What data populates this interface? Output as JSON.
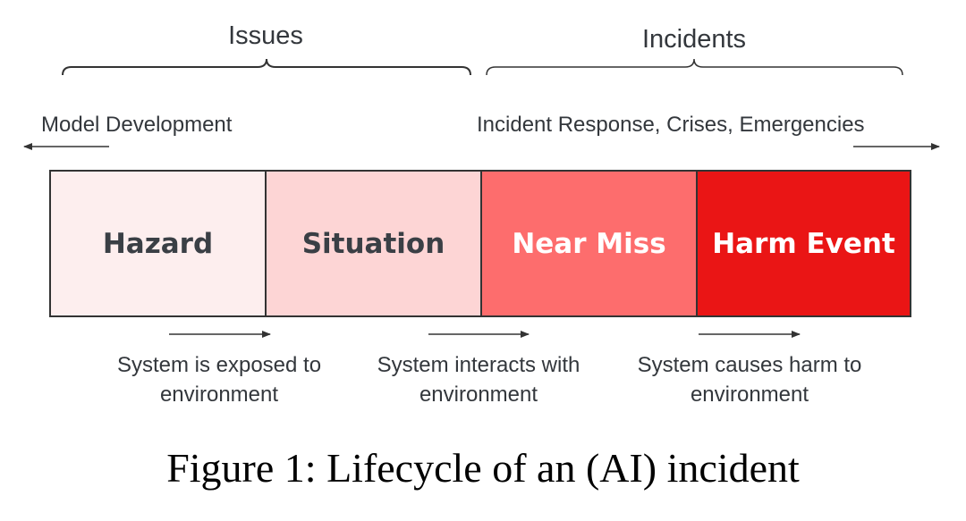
{
  "groups": {
    "issues": "Issues",
    "incidents": "Incidents"
  },
  "context": {
    "left": "Model Development",
    "right": "Incident Response, Crises, Emergencies"
  },
  "stages": [
    {
      "label": "Hazard",
      "fill": "#fdeeee",
      "text_color": "#3a3f45"
    },
    {
      "label": "Situation",
      "fill": "#fdd5d5",
      "text_color": "#3a3f45"
    },
    {
      "label": "Near Miss",
      "fill": "#fd6d6d",
      "text_color": "#ffffff"
    },
    {
      "label": "Harm Event",
      "fill": "#ea1515",
      "text_color": "#ffffff"
    }
  ],
  "transitions": [
    "System is exposed to environment",
    "System interacts with environment",
    "System causes harm to environment"
  ],
  "caption": "Figure 1: Lifecycle of an (AI) incident",
  "colors": {
    "line": "#333333",
    "text": "#33373c"
  }
}
